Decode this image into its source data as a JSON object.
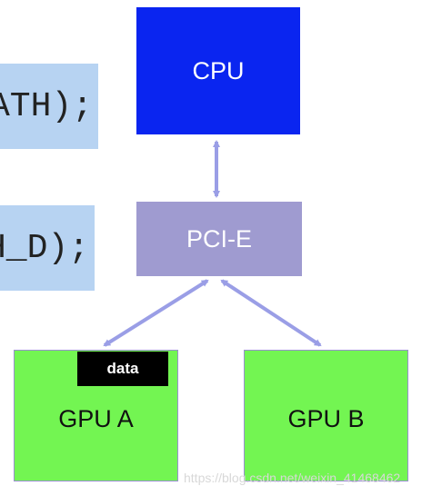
{
  "code_lines": {
    "line1": "(CUDA_DEVICE_TO_HOST_PATH);",
    "line2": "(CUDA_HOST_TO_DEVICE_PATH_D);"
  },
  "nodes": {
    "cpu": "CPU",
    "pcie": "PCI-E",
    "gpu_a": "GPU A",
    "gpu_b": "GPU B",
    "data": "data"
  },
  "watermark": "https://blog.csdn.net/weixin_41468462",
  "colors": {
    "cpu": "#0a25f0",
    "pcie": "#9f9bd0",
    "gpu": "#73f552",
    "arrow": "#9a9ee6",
    "code_bg": "#b7d3f2"
  }
}
